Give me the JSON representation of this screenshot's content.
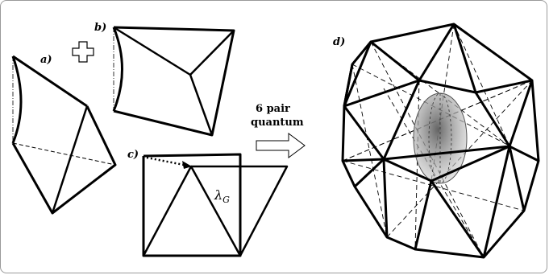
{
  "labels": {
    "panel_a": "a)",
    "panel_b": "b)",
    "panel_c": "c)",
    "panel_d": "d)"
  },
  "transition": {
    "line1": "6 pair",
    "line2": "quantum"
  },
  "symbol": {
    "lambda": "λ",
    "subscript": "G"
  },
  "icons": {
    "plus": "plus-icon",
    "arrow": "hollow-right-arrow-icon"
  },
  "colors": {
    "stroke": "#000000",
    "ellipsoid": "#9c9c9c",
    "frame": "#9a9a9a"
  }
}
